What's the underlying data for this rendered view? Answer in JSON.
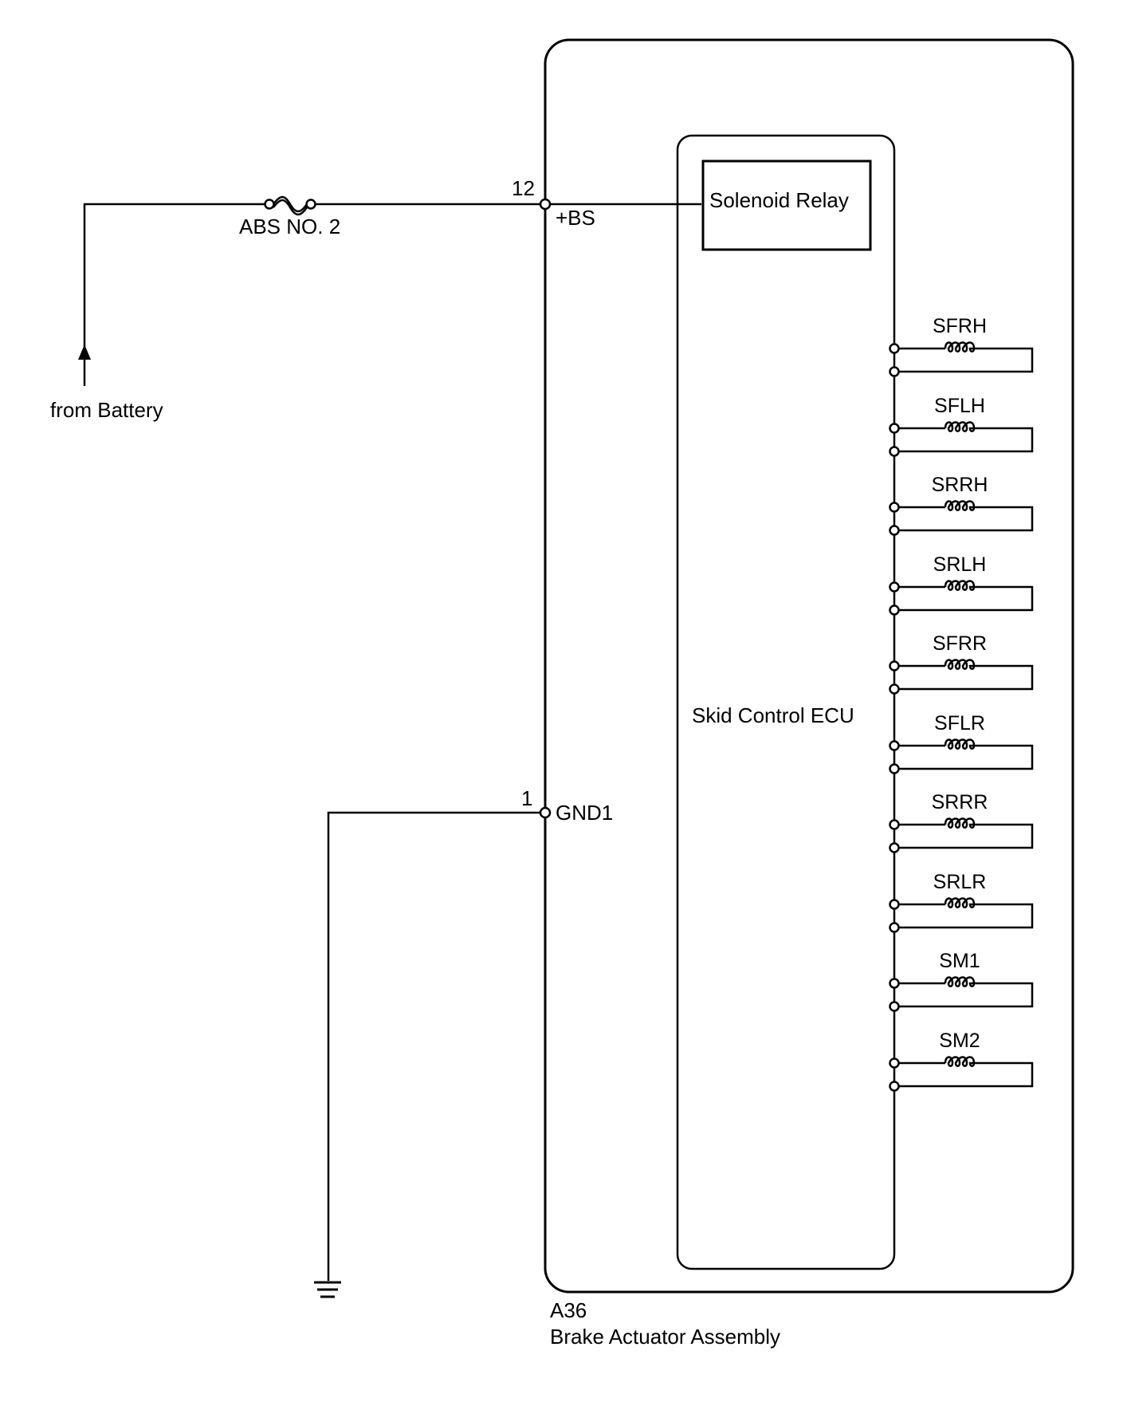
{
  "source": {
    "label": "from Battery"
  },
  "fuse": {
    "label": "ABS NO. 2"
  },
  "assembly": {
    "code": "A36",
    "name": "Brake Actuator Assembly"
  },
  "ecu": {
    "label": "Skid Control ECU"
  },
  "relay": {
    "label": "Solenoid Relay"
  },
  "pins": [
    {
      "number": "12",
      "name": "+BS"
    },
    {
      "number": "1",
      "name": "GND1"
    }
  ],
  "solenoids": [
    "SFRH",
    "SFLH",
    "SRRH",
    "SRLH",
    "SFRR",
    "SFLR",
    "SRRR",
    "SRLR",
    "SM1",
    "SM2"
  ]
}
